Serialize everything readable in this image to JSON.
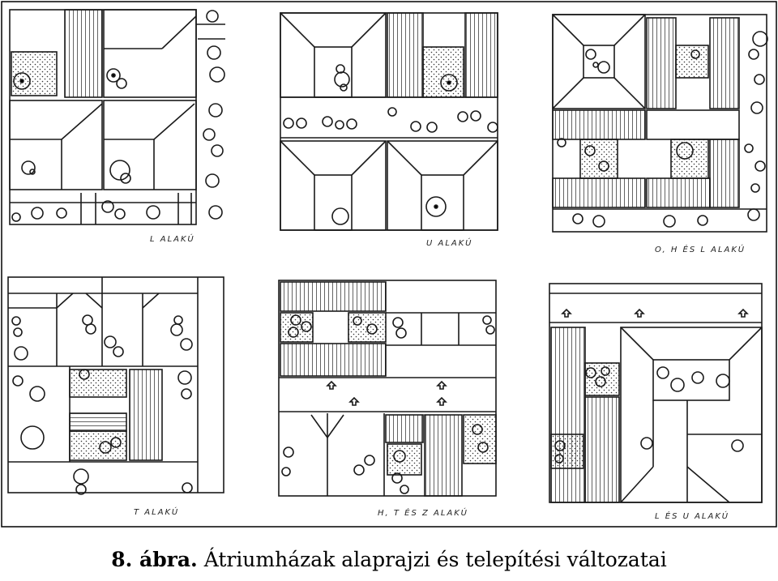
{
  "caption": {
    "number": "8. ábra.",
    "text": "Átriumházak alaprajzi és telepítési változatai"
  },
  "plans": [
    {
      "label": "L ALAKÚ"
    },
    {
      "label": "U ALAKÚ"
    },
    {
      "label": "O, H ÉS L ALAKÚ"
    },
    {
      "label": "T ALAKÚ"
    },
    {
      "label": "H, T ÉS Z ALAKÚ"
    },
    {
      "label": "L ÉS U ALAKÚ"
    }
  ],
  "colors": {
    "ink": "#1a1a1a",
    "paper": "#ffffff"
  }
}
